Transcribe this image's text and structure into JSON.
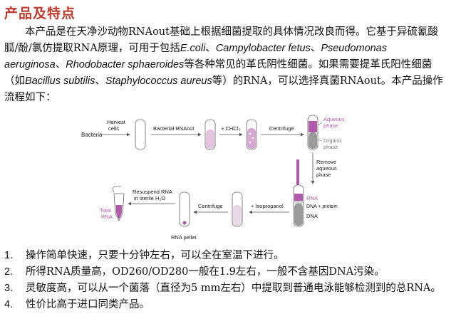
{
  "title": "产品及特点",
  "intro": {
    "l1": "本产品是在天净沙动物RNAout基础上根据细菌提取的具体情况改良而得。它基于异硫氰酸胍/酚/氯仿提取RNA原理，可用于包括",
    "ecoli": "E.coli",
    "sep1": "、",
    "campy": "Campylobacter fetus",
    "sep2": "、",
    "pseudo": "Pseudomonas aeruginosa",
    "sep3": "、",
    "rhodo": "Rhodobacter sphaeroides",
    "l2": "等各种常见的革氏阴性细菌。如果需要提革氏阳性细菌（如",
    "bacillus": "Bacillus subtilis",
    "sep4": "、",
    "staph": "Staphylococcus aureus",
    "l3": "等）的RNA，可以选择真菌RNAout。本产品操作流程如下："
  },
  "diagram": {
    "bacteria": "Bacteria",
    "harvest1": "Harvest",
    "harvest2": "cells",
    "bacterial_rnaout": "Bacterial RNAout",
    "chcl3": "+ CHCl₃",
    "centrifuge1": "Centrifuge",
    "aqueous1": "Aqueous",
    "aqueous2": "phase",
    "organic1": "Organic",
    "organic2": "phase",
    "remove1": "Remove",
    "remove2": "aqueous",
    "remove3": "phase",
    "rna_layer": "RNA",
    "dna_protein": "DNA + protein",
    "dna": "DNA",
    "isopropanol": "+ Isopropanol",
    "centrifuge2": "Centrifuge",
    "resuspend1": "Resuspend RNA",
    "resuspend2": "in sterile H₂O",
    "rna_pellet": "RNA pellet",
    "total1": "Total",
    "total2": "RNA",
    "colors": {
      "purple": "#b05aa9",
      "light_purple": "#e3c3e1",
      "grey": "#9a9a9a"
    }
  },
  "features": [
    {
      "num": "1.",
      "text": "操作简单快速，只要十分钟左右，可以全在室温下进行。"
    },
    {
      "num": "2.",
      "text": "所得RNA质量高，OD260/OD280一般在1.9左右，一般不含基因DNA污染。"
    },
    {
      "num": "3.",
      "text": "灵敏度高，可以从一个菌落（直径为5 mm左右）中提取到普通电泳能够检测到的总RNA。"
    },
    {
      "num": "4.",
      "text": "性价比高于进口同类产品。"
    }
  ]
}
